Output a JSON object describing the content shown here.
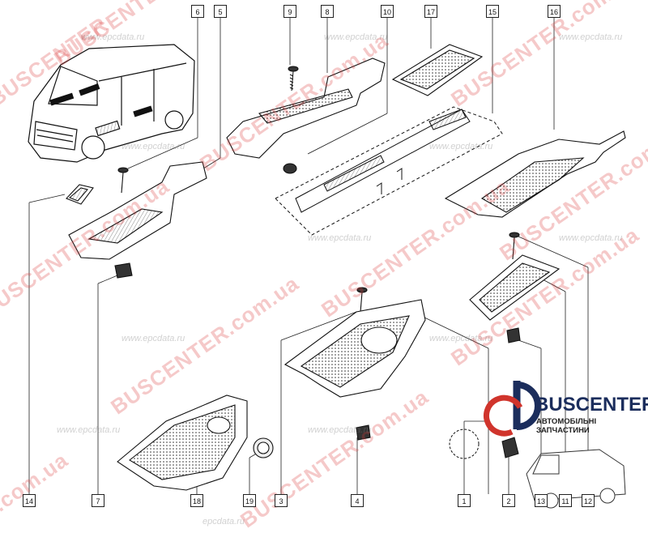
{
  "callouts": [
    {
      "num": "6"
    },
    {
      "num": "5"
    },
    {
      "num": "9"
    },
    {
      "num": "8"
    },
    {
      "num": "10"
    },
    {
      "num": "17"
    },
    {
      "num": "15"
    },
    {
      "num": "16"
    },
    {
      "num": "14"
    },
    {
      "num": "7"
    },
    {
      "num": "18"
    },
    {
      "num": "19"
    },
    {
      "num": "3"
    },
    {
      "num": "4"
    },
    {
      "num": "1"
    },
    {
      "num": "2"
    },
    {
      "num": "13"
    },
    {
      "num": "11"
    },
    {
      "num": "12"
    }
  ],
  "watermarks": {
    "brand_big": "BUSCENTER",
    "brand_domain": "BUSCENTER.com.ua",
    "domain_tail": ".com.ua",
    "epc": "www.epcdata.ru",
    "epc_short": "epcdata.ru"
  },
  "logo": {
    "name": "BUSCENTER",
    "subtitle": "АВТОМОБІЛЬНІ ЗАПЧАСТИНИ",
    "colors": {
      "navy": "#1b2d5c",
      "red": "#d0342c"
    }
  }
}
